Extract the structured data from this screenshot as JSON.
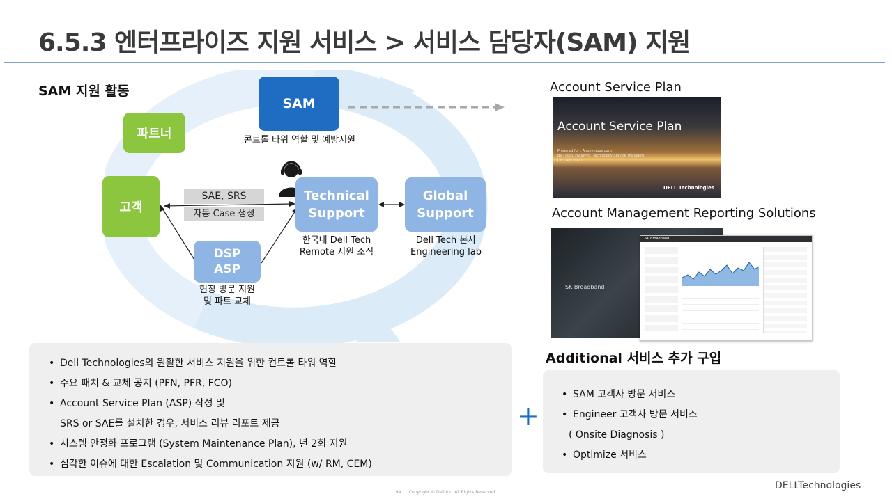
{
  "title": "6.5.3 엔터프라이즈 지원 서비스 > 서비스 담당자(SAM) 지원",
  "diagram": {
    "heading": "SAM 지원 활동",
    "sam": {
      "label": "SAM",
      "caption": "콘트롤 타워 역할 및 예방지원"
    },
    "partner": "파트너",
    "customer": "고객",
    "tag_sae": "SAE, SRS",
    "tag_case": "자동 Case 생성",
    "tech_support": {
      "line1": "Technical",
      "line2": "Support",
      "cap1": "한국내 Dell Tech",
      "cap2": "Remote 지원 조직"
    },
    "global_support": {
      "line1": "Global",
      "line2": "Support",
      "cap1": "Dell Tech 본사",
      "cap2": "Engineering lab"
    },
    "dsp": {
      "line1": "DSP",
      "line2": "ASP",
      "cap1": "현장 방문 지원",
      "cap2": "및 파트 교체"
    },
    "colors": {
      "green": "#8cc63e",
      "blue_dark": "#1f6dc2",
      "blue_light": "#8eb5e3",
      "ring": "#dcebf8"
    }
  },
  "bullets": [
    {
      "text": "Dell Technologies의 원활한 서비스 지원을 위한 컨트롤 타워 역할",
      "dot": true
    },
    {
      "text": "주요 패치 & 교체 공지 (PFN, PFR, FCO)",
      "dot": true
    },
    {
      "text": "Account Service Plan (ASP) 작성 및",
      "dot": true
    },
    {
      "text": "SRS or SAE를 설치한 경우, 서비스 리뷰 리포트 제공",
      "dot": false
    },
    {
      "text": "시스템 안정화 프로그램 (System Maintenance Plan), 년 2회 지원",
      "dot": true
    },
    {
      "text": "심각한 이슈에 대한 Escalation 및 Communication 지원 (w/ RM, CEM)",
      "dot": true
    }
  ],
  "right": {
    "asp_heading": "Account Service Plan",
    "asp_image": {
      "title": "Account Service Plan",
      "lines": [
        "Prepared for : Anonymous corp",
        "By : Jeon, HyunPyo (Technology Service Manager)",
        "On : Apr 2020"
      ],
      "brand": "DELL Technologies"
    },
    "amrs_heading": "Account Management Reporting Solutions",
    "amrs_image": {
      "left_label": "SK Broadband",
      "panel_title": "SK Broadband"
    },
    "additional_heading": "Additional 서비스 추가 구입",
    "additional_items": [
      {
        "text": "SAM 고객사 방문 서비스",
        "dot": true
      },
      {
        "text": "Engineer 고객사 방문 서비스",
        "dot": true
      },
      {
        "text": "( Onsite Diagnosis )",
        "dot": false
      },
      {
        "text": "Optimize 서비스",
        "dot": true
      }
    ]
  },
  "plus_symbol": "+",
  "footer": {
    "page": "94",
    "copyright": "Copyright © Dell Inc. All Rights Reserved."
  },
  "brand": "DELLTechnologies"
}
